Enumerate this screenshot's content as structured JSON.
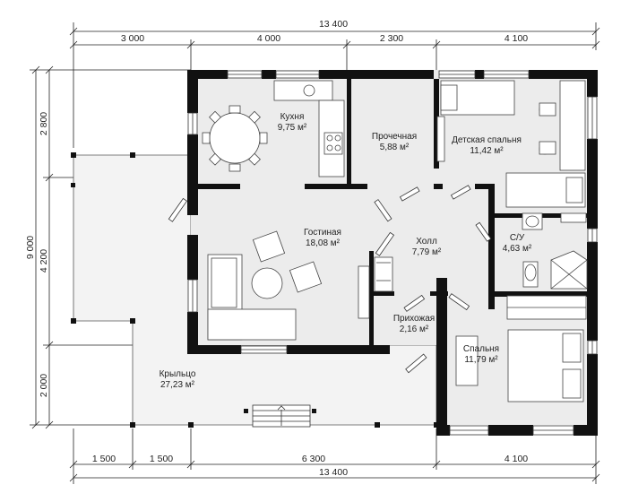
{
  "dimensions": {
    "top_total": "13 400",
    "top_segments": [
      "3 000",
      "4 000",
      "2 300",
      "4 100"
    ],
    "bottom_total": "13 400",
    "bottom_segments": [
      "1 500",
      "1 500",
      "6 300",
      "4 100"
    ],
    "left_total": "9 000",
    "left_segments": [
      "2 800",
      "4 200",
      "2 000"
    ]
  },
  "rooms": [
    {
      "name": "Кухня",
      "area": "9,75 м²"
    },
    {
      "name": "Прочечная",
      "area": "5,88 м²"
    },
    {
      "name": "Детская спальня",
      "area": "11,42 м²"
    },
    {
      "name": "Гостиная",
      "area": "18,08 м²"
    },
    {
      "name": "Холл",
      "area": "7,79 м²"
    },
    {
      "name": "С/У",
      "area": "4,63 м²"
    },
    {
      "name": "Прихожая",
      "area": "2,16 м²"
    },
    {
      "name": "Спальня",
      "area": "11,79 м²"
    },
    {
      "name": "Крыльцо",
      "area": "27,23 м²"
    }
  ],
  "colors": {
    "wall": "#111111",
    "floor": "#ececec",
    "porch": "#f3f3f3",
    "furniture": "#ffffff",
    "line": "#222222"
  }
}
